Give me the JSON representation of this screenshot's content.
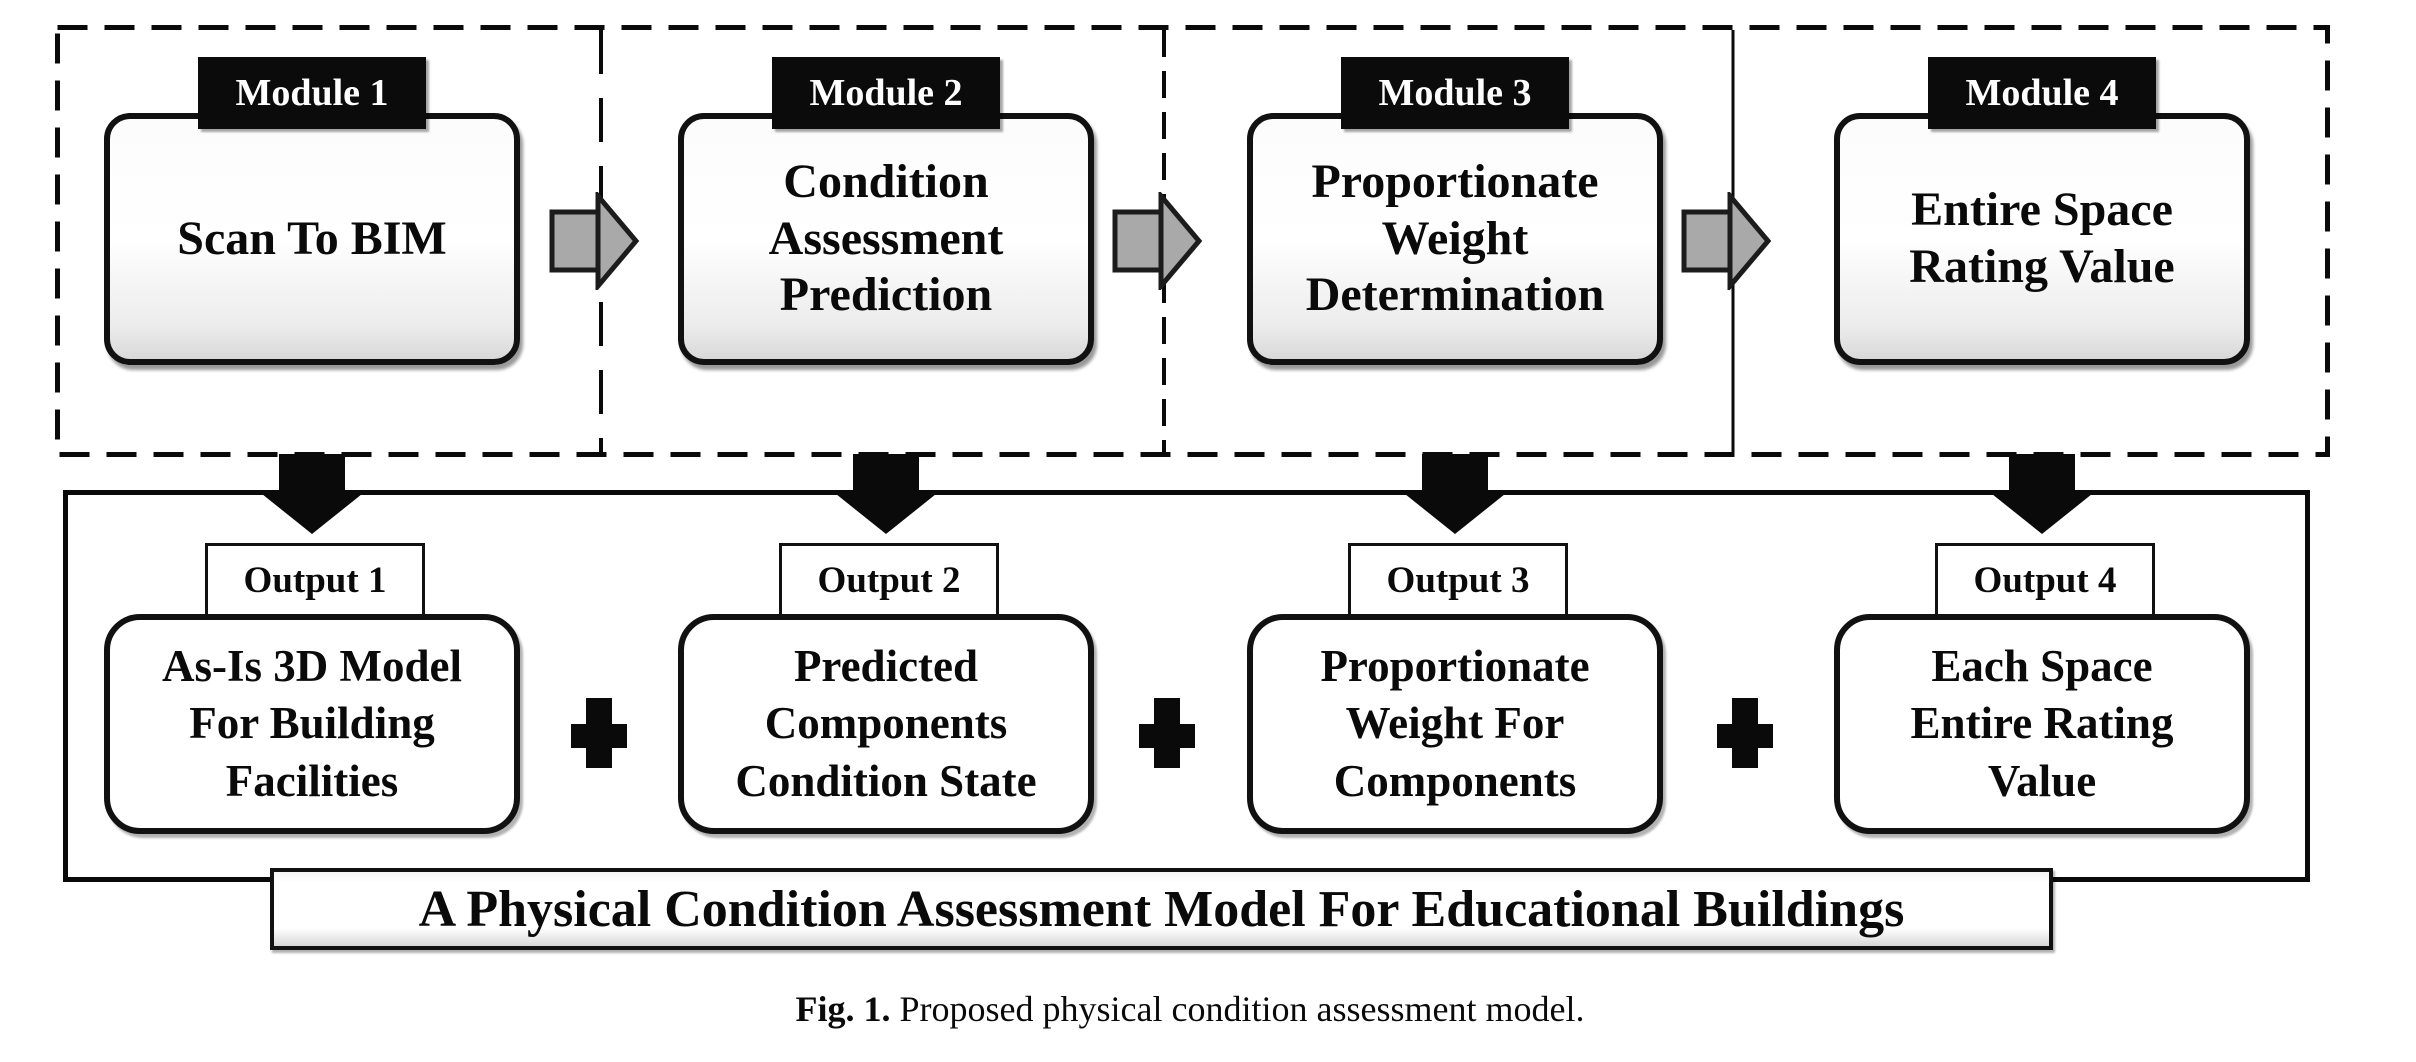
{
  "figure": {
    "banner_text": "A Physical Condition Assessment Model For Educational Buildings",
    "caption_label": "Fig. 1.",
    "caption_text": " Proposed physical condition assessment model."
  },
  "modules": [
    {
      "tab": "Module 1",
      "text": "Scan To BIM"
    },
    {
      "tab": "Module 2",
      "text": "Condition\nAssessment\nPrediction"
    },
    {
      "tab": "Module 3",
      "text": "Proportionate\nWeight\nDetermination"
    },
    {
      "tab": "Module 4",
      "text": "Entire Space\nRating Value"
    }
  ],
  "outputs": [
    {
      "tab": "Output 1",
      "text": "As-Is 3D Model\nFor Building\nFacilities"
    },
    {
      "tab": "Output 2",
      "text": "Predicted\nComponents\nCondition State"
    },
    {
      "tab": "Output 3",
      "text": "Proportionate\nWeight For\nComponents"
    },
    {
      "tab": "Output 4",
      "text": "Each Space\nEntire Rating\nValue"
    }
  ],
  "icons": {
    "flow_arrow_right": "block-arrow-right",
    "flow_arrow_down": "block-arrow-down",
    "plus": "plus-sign"
  },
  "colors": {
    "ink": "#0a0a0a",
    "arrow_fill": "#a9a9a9",
    "module_gradient_bottom": "#d9d9d9",
    "background": "#ffffff"
  }
}
